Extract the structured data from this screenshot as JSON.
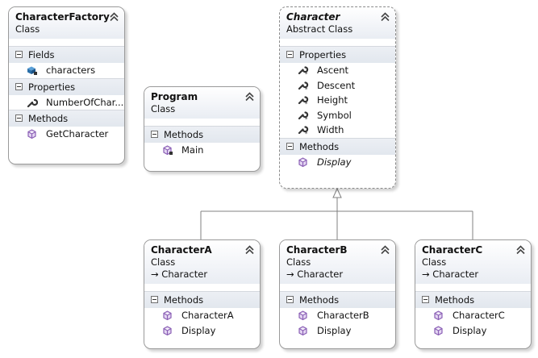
{
  "classes": {
    "factory": {
      "name": "CharacterFactory",
      "kind": "Class",
      "fields_label": "Fields",
      "fields": [
        "characters"
      ],
      "properties_label": "Properties",
      "properties": [
        "NumberOfChar..."
      ],
      "methods_label": "Methods",
      "methods": [
        "GetCharacter"
      ]
    },
    "program": {
      "name": "Program",
      "kind": "Class",
      "methods_label": "Methods",
      "methods": [
        "Main"
      ]
    },
    "character": {
      "name": "Character",
      "kind": "Abstract Class",
      "properties_label": "Properties",
      "properties": [
        "Ascent",
        "Descent",
        "Height",
        "Symbol",
        "Width"
      ],
      "methods_label": "Methods",
      "methods": [
        "Display"
      ]
    },
    "a": {
      "name": "CharacterA",
      "kind": "Class",
      "base": "→ Character",
      "methods_label": "Methods",
      "methods": [
        "CharacterA",
        "Display"
      ]
    },
    "b": {
      "name": "CharacterB",
      "kind": "Class",
      "base": "→ Character",
      "methods_label": "Methods",
      "methods": [
        "CharacterB",
        "Display"
      ]
    },
    "c": {
      "name": "CharacterC",
      "kind": "Class",
      "base": "→ Character",
      "methods_label": "Methods",
      "methods": [
        "CharacterC",
        "Display"
      ]
    }
  },
  "icons": {
    "method": "method-cube-icon",
    "private_method": "private-method-icon",
    "field": "private-field-icon",
    "property": "wrench-property-icon",
    "collapse": "double-chevron-up-icon",
    "section_toggle": "minus-box-icon"
  },
  "colors": {
    "method_icon": "#8a5fb5",
    "field_icon": "#2a7ab8",
    "property_icon": "#3a3a3a",
    "border": "#9a9a9a"
  }
}
